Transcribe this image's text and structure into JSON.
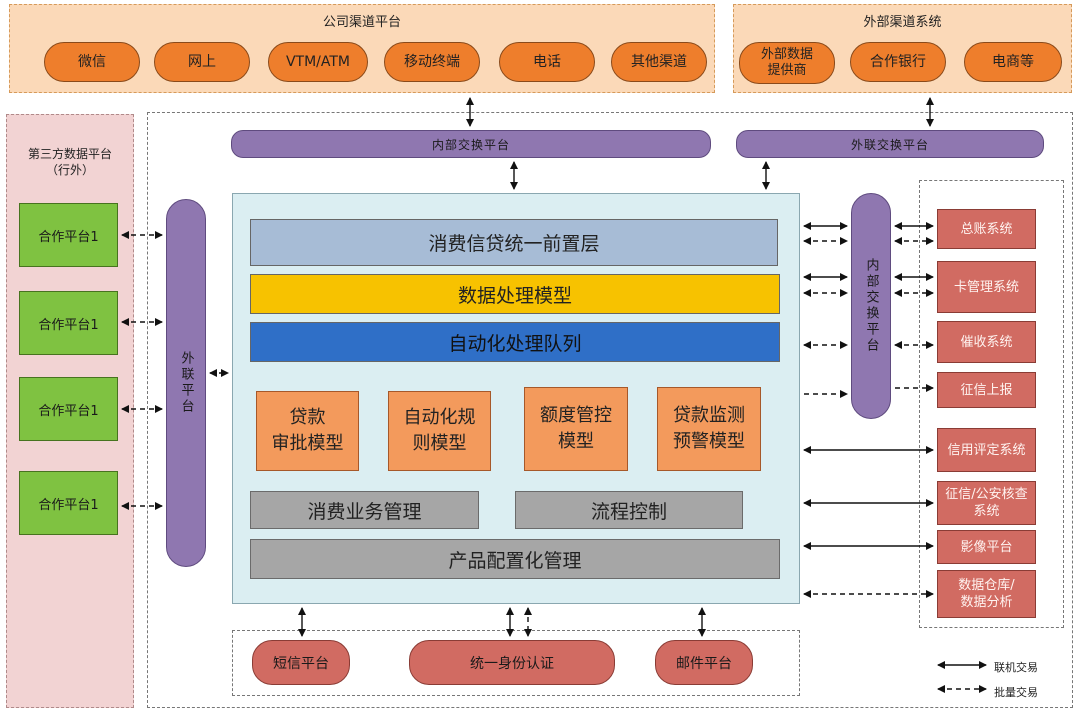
{
  "company_channels": {
    "title": "公司渠道平台",
    "items": [
      "微信",
      "网上",
      "VTM/ATM",
      "移动终端",
      "电话",
      "其他渠道"
    ]
  },
  "external_channels": {
    "title": "外部渠道系统",
    "items": [
      "外部数据\n提供商",
      "合作银行",
      "电商等"
    ]
  },
  "third_party": {
    "title": "第三方数据平台",
    "subtitle": "（行外）",
    "items": [
      "合作平台1",
      "合作平台1",
      "合作平台1",
      "合作平台1"
    ]
  },
  "internal_exchange_top": "内部交换平台",
  "external_exchange_top": "外联交换平台",
  "external_link_vertical": "外联平台",
  "internal_exchange_right": "内部交换平台",
  "core": {
    "front_layer": "消费信贷统一前置层",
    "data_model": "数据处理模型",
    "auto_queue": "自动化处理队列",
    "models": [
      "贷款\n审批模型",
      "自动化规\n则模型",
      "额度管控\n模型",
      "贷款监测\n预警模型"
    ],
    "business_mgmt": "消费业务管理",
    "process_ctrl": "流程控制",
    "product_config": "产品配置化管理"
  },
  "right_systems": [
    "总账系统",
    "卡管理系统",
    "催收系统",
    "征信上报",
    "信用评定系统",
    "征信/公安核查\n系统",
    "影像平台",
    "数据仓库/\n数据分析"
  ],
  "bottom_services": [
    "短信平台",
    "统一身份认证",
    "邮件平台"
  ],
  "legend": {
    "online": "联机交易",
    "batch": "批量交易"
  },
  "colors": {
    "orange": "#ee7e2c",
    "purple": "#8f77b0",
    "green": "#7fc241",
    "red": "#d16b62",
    "core_bg": "#dbeef2",
    "front_layer": "#a7bcd6",
    "data_model": "#f7c200",
    "auto_queue": "#2f6fc7",
    "gray": "#a6a6a6"
  }
}
